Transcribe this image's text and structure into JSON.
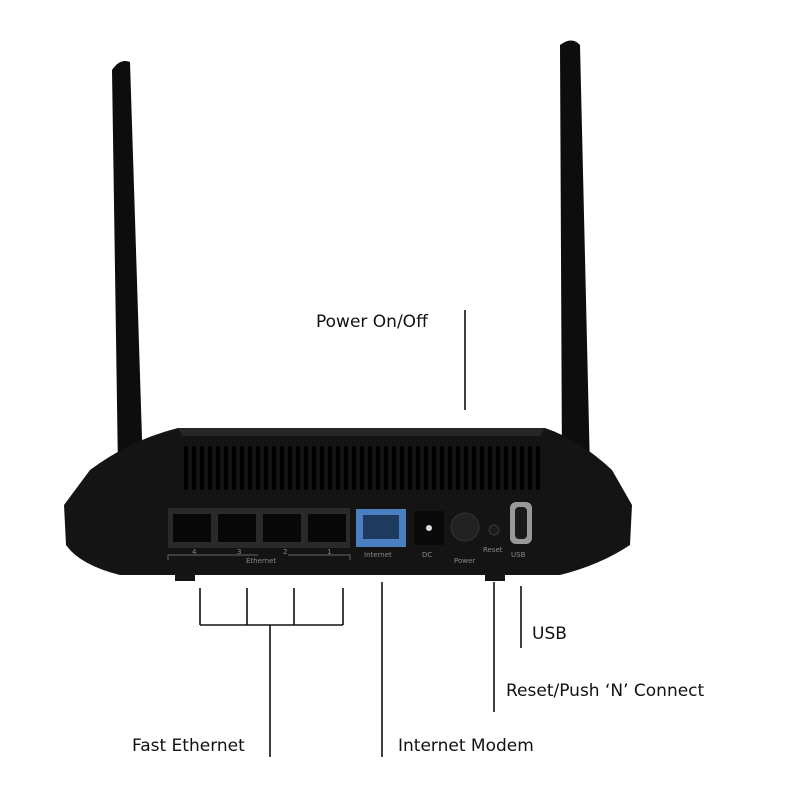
{
  "callouts": {
    "power": "Power On/Off",
    "usb": "USB",
    "reset": "Reset/Push ‘N’ Connect",
    "ethernet": "Fast Ethernet",
    "internet": "Internet Modem"
  },
  "device_labels": {
    "port4": "4",
    "port3": "3",
    "ethernet": "Ethernet",
    "port2": "2",
    "port1": "1",
    "internet": "Internet",
    "dc": "DC",
    "power": "Power",
    "reset": "Reset",
    "usb": "USB"
  },
  "colors": {
    "body": "#141414",
    "internet_port": "#4a7fc1",
    "leader_lines": "#111111"
  }
}
